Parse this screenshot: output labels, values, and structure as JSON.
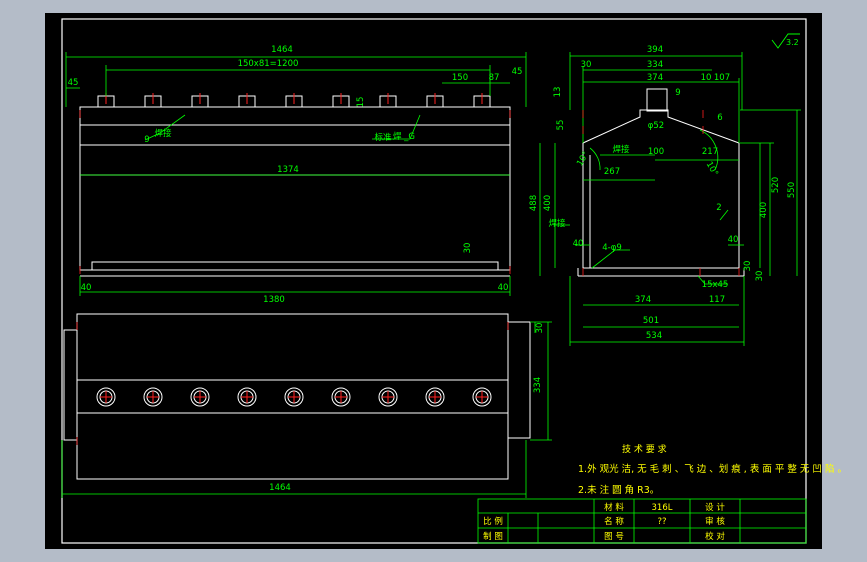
{
  "colors": {
    "background": "#b4bcc8",
    "canvas": "#000000",
    "line": "#ffffff",
    "dimension": "#00ff00",
    "text": "#ffff00",
    "mark": "#ff2020"
  },
  "front_view": {
    "dims": {
      "overall_length": "1464",
      "hole_pitch": "150x81=1200",
      "left_offset": "45",
      "pitch": "150",
      "end_offset": "87",
      "right_offset": "45",
      "top_height": "15",
      "inner_length": "1374",
      "inner_height": "30",
      "base_left": "40",
      "base_right": "40",
      "base_length": "1380"
    },
    "labels": {
      "weld_left": "焊接",
      "callout_left": "9",
      "weld_right": "标准",
      "callout_right": "焊 _G"
    }
  },
  "side_view": {
    "dims": {
      "top_width": "394",
      "left_small": "30",
      "mid_width": "334",
      "inner_width": "374",
      "right_a": "10",
      "right_b": "107",
      "top_h": "13",
      "neck_h": "9",
      "left_h": "55",
      "right_small": "6",
      "pipe_dia": "φ52",
      "angle_left": "10°",
      "neck_w": "100",
      "right_w": "217",
      "left_w": "267",
      "angle_right": "10°",
      "height_520": "520",
      "height_550": "550",
      "height_488": "488",
      "height_400_left": "400",
      "height_400_right": "400",
      "callout_2": "2",
      "bottom_left": "40",
      "bottom_right": "40",
      "holes": "4-φ9",
      "foot_h": "30",
      "foot_w": "30",
      "chamfer": "15x45",
      "base_374": "374",
      "base_117": "117",
      "base_501": "501",
      "base_534": "534",
      "weld": "焊接",
      "side_label": "焊接"
    }
  },
  "top_view": {
    "dims": {
      "width_334": "334",
      "flange": "30",
      "overall_length": "1464"
    },
    "hole_count": 9
  },
  "surface_finish": "3.2",
  "notes": {
    "heading": "技 术 要 求",
    "line1": "1.外 观光 洁, 无 毛 刺 、飞 边 、划 痕 , 表 面 平 整 无 凹 陷 。",
    "line2": "2.未 注 圆 角 R3。"
  },
  "title_block": {
    "material_label": "材 料",
    "material_value": "316L",
    "design_label": "设 计",
    "scale_label": "比 例",
    "name_label": "名 称",
    "name_value": "??",
    "review_label": "审 核",
    "drawing_label": "制 图",
    "drawing_no_label": "图 号",
    "approve_label": "校 对"
  }
}
